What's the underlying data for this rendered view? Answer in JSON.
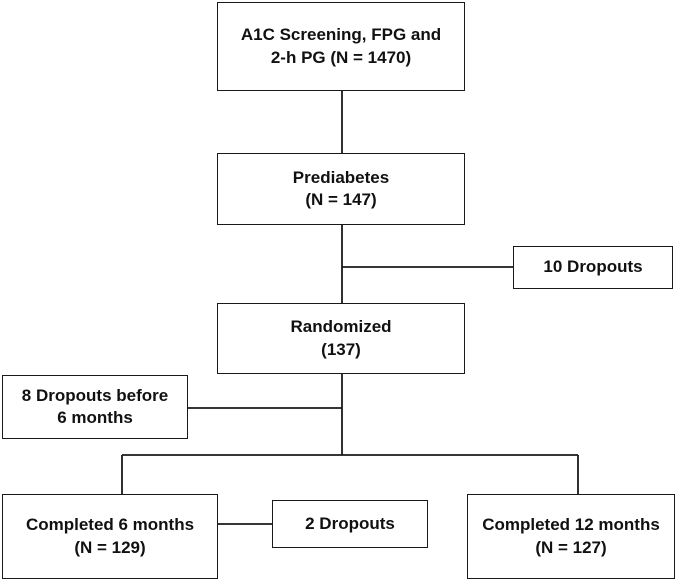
{
  "diagram": {
    "nodes": {
      "screening": {
        "line1": "A1C Screening, FPG and",
        "line2": "2-h PG (N = 1470)"
      },
      "prediabetes": {
        "line1": "Prediabetes",
        "line2": "(N = 147)"
      },
      "dropouts_10": {
        "line1": "10 Dropouts"
      },
      "randomized": {
        "line1": "Randomized",
        "line2": "(137)"
      },
      "dropouts_8": {
        "line1": "8 Dropouts before",
        "line2": "6 months"
      },
      "completed_6": {
        "line1": "Completed 6 months",
        "line2": "(N = 129)"
      },
      "dropouts_2": {
        "line1": "2 Dropouts"
      },
      "completed_12": {
        "line1": "Completed 12 months",
        "line2": "(N = 127)"
      }
    },
    "edges": [
      {
        "from": "screening",
        "to": "prediabetes"
      },
      {
        "from": "prediabetes",
        "to": "dropouts_10"
      },
      {
        "from": "prediabetes",
        "to": "randomized"
      },
      {
        "from": "randomized",
        "to": "dropouts_8"
      },
      {
        "from": "randomized",
        "to": "completed_6"
      },
      {
        "from": "randomized",
        "to": "completed_12"
      },
      {
        "from": "completed_6",
        "to": "dropouts_2"
      }
    ]
  }
}
